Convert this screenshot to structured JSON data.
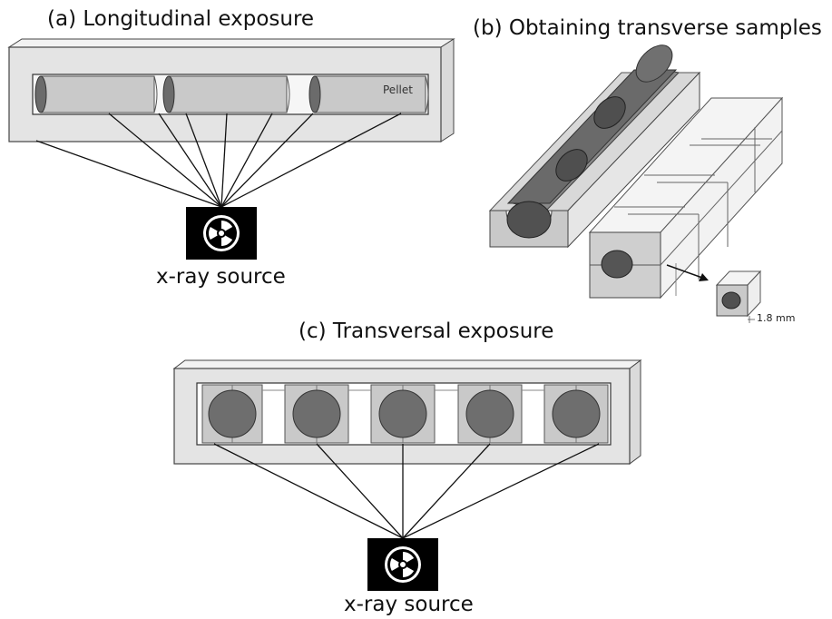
{
  "panel_a": {
    "caption": "(a) Longitudinal exposure",
    "pellet_label": "Pellet",
    "source_label": "x-ray source",
    "source_icon": "radiation-icon"
  },
  "panel_b": {
    "caption": "(b) Obtaining transverse samples",
    "dimension_label": "1.8 mm"
  },
  "panel_c": {
    "caption": "(c) Transversal exposure",
    "source_label": "x-ray source",
    "source_icon": "radiation-icon"
  },
  "colors": {
    "block": "#e3e3e3",
    "pellet": "#c8c8c8",
    "pellet_end": "#6b6b6b",
    "cylinder": "#6e6e6e",
    "source_box": "#000000"
  }
}
